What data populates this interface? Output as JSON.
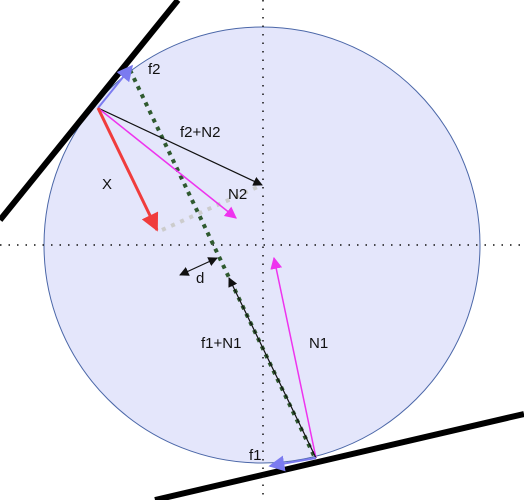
{
  "labels": {
    "f2": "f2",
    "f2_plus_N2": "f2+N2",
    "X": "X",
    "N2": "N2",
    "d": "d",
    "f1_plus_N1": "f1+N1",
    "N1": "N1",
    "f1": "f1"
  },
  "colors": {
    "circle_fill": "#e4e6fb",
    "circle_stroke": "#4b67a8",
    "wall": "#000000",
    "friction_arrow": "#7b7bf0",
    "normal_arrow": "#ee33ee",
    "resultant_arrow": "#111111",
    "x_arrow": "#f03c3c",
    "dotted_line": "#2f5a2f",
    "gray_dotted": "#cccccc",
    "axes": "#111111"
  }
}
